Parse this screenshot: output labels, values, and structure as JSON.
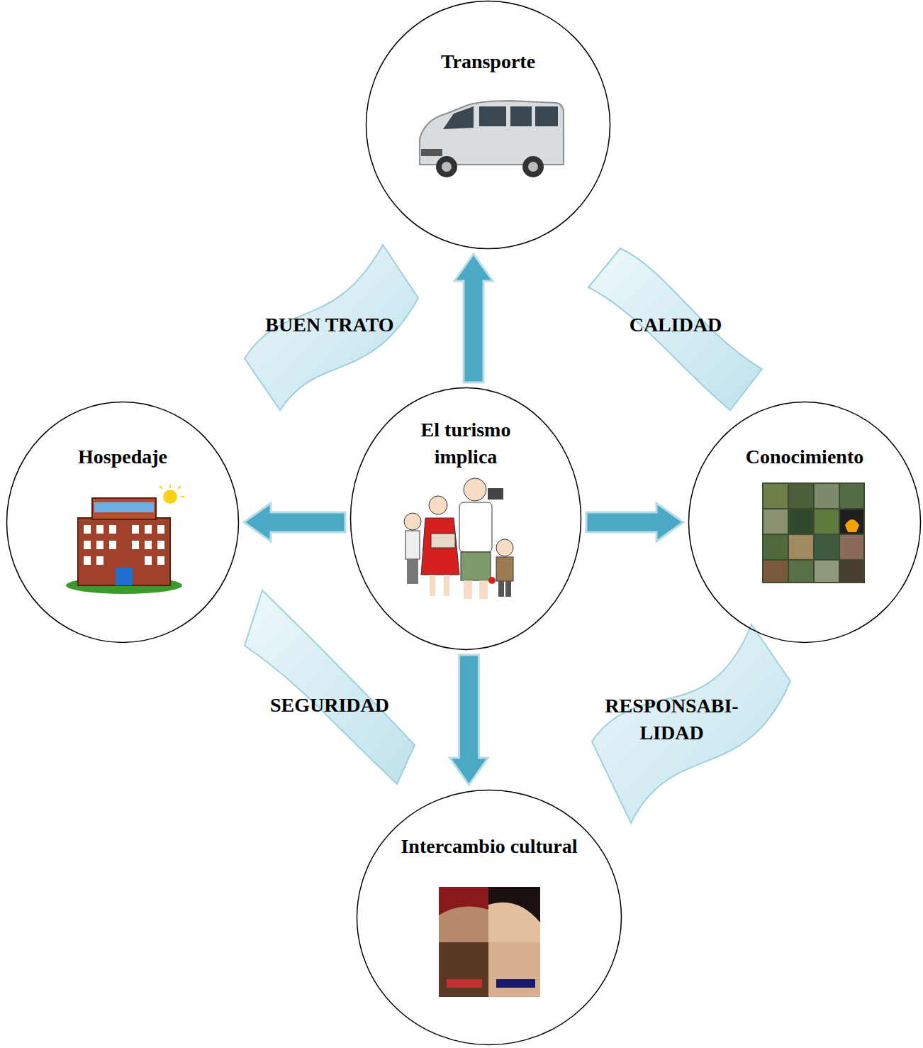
{
  "diagram": {
    "nodes": [
      {
        "text": [
          "Transporte"
        ]
      },
      {
        "text": [
          "Hospedaje"
        ]
      },
      {
        "text": [
          "El turismo implica"
        ]
      },
      {
        "text": [
          "Conocimiento"
        ]
      },
      {
        "text": [
          "Intercambio cultural"
        ]
      }
    ],
    "edges": [
      {
        "from": 2,
        "to": 0,
        "arrow": "to"
      },
      {
        "from": 2,
        "to": 1,
        "arrow": "to"
      },
      {
        "from": 2,
        "to": 3,
        "arrow": "to"
      },
      {
        "from": 2,
        "to": 4,
        "arrow": "to"
      }
    ],
    "labels": [
      "BUEN TRATO",
      "CALIDAD",
      "SEGURIDAD",
      "RESPONSABI- LIDAD"
    ]
  }
}
